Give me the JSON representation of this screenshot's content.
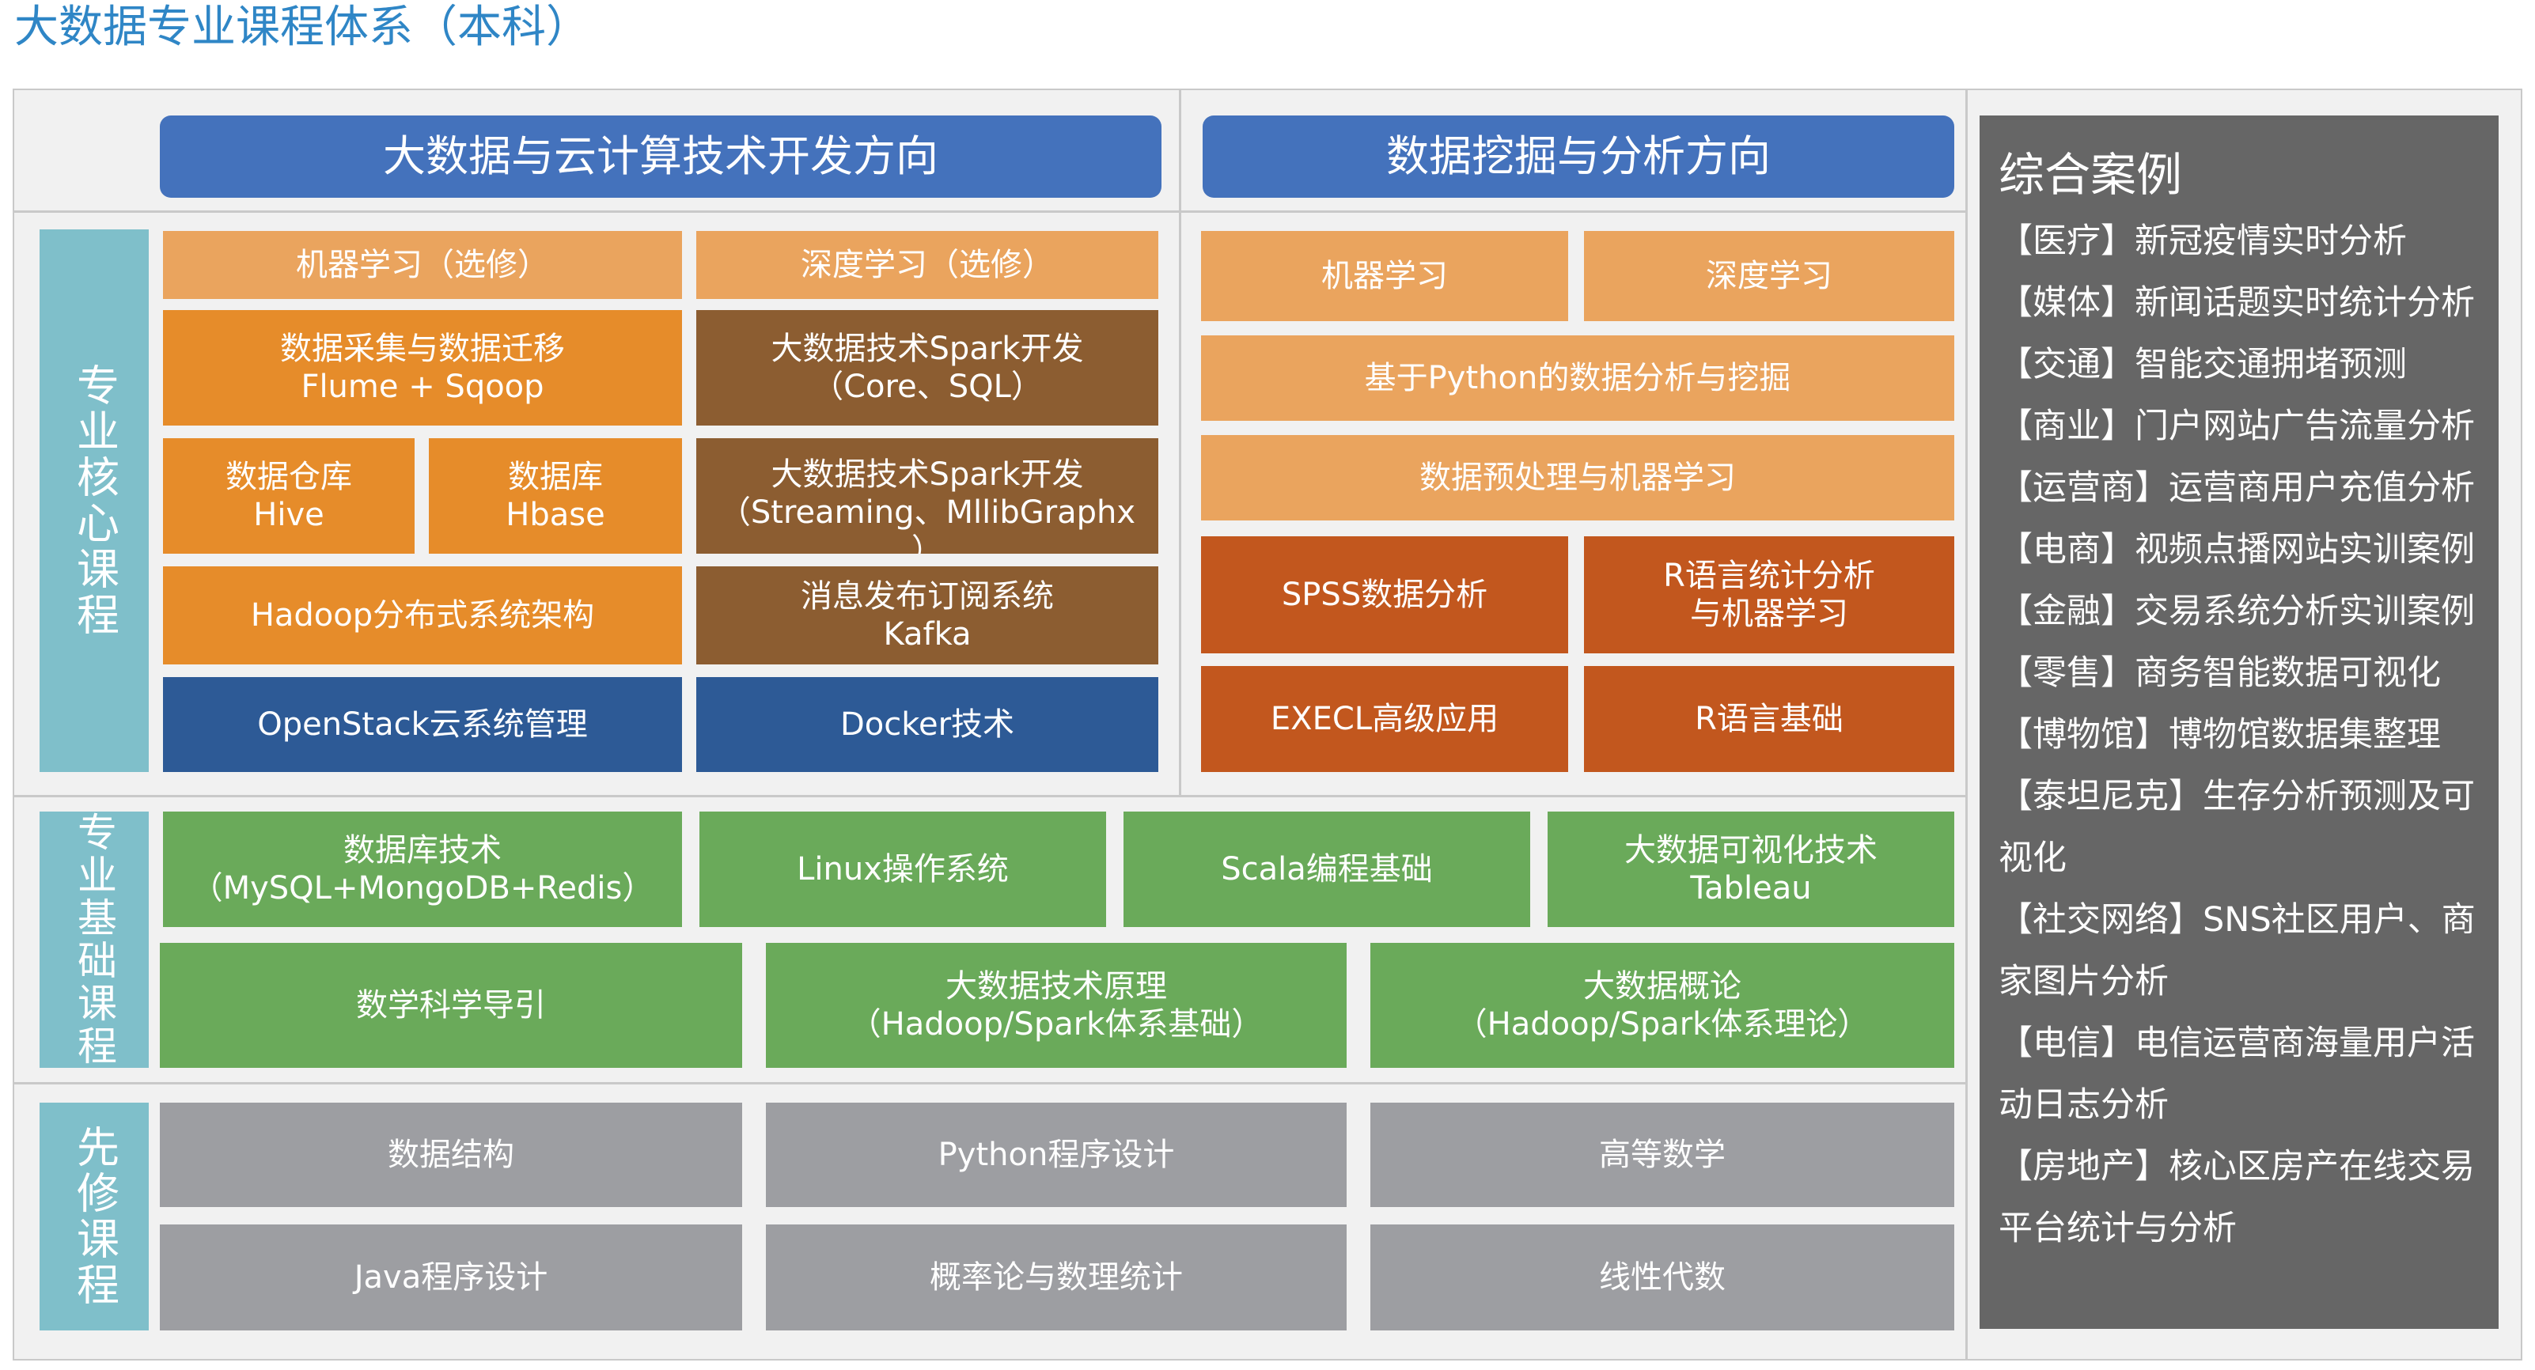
{
  "title": "大数据专业课程体系（本科）",
  "directions": {
    "cloud": "大数据与云计算技术开发方向",
    "mining": "数据挖掘与分析方向"
  },
  "categories": {
    "core": "专业核心课程",
    "basic": "专业基础课程",
    "prereq": "先修课程"
  },
  "core_cloud": {
    "ml_elective": "机器学习（选修）",
    "dl_elective": "深度学习（选修）",
    "ingest": [
      "数据采集与数据迁移",
      "Flume + Sqoop"
    ],
    "spark_core": [
      "大数据技术Spark开发",
      "（Core、SQL）"
    ],
    "warehouse": [
      "数据仓库",
      "Hive"
    ],
    "database": [
      "数据库",
      "Hbase"
    ],
    "spark_streaming": [
      "大数据技术Spark开发",
      "（Streaming、MllibGraphx",
      "）"
    ],
    "hadoop": "Hadoop分布式系统架构",
    "kafka": [
      "消息发布订阅系统",
      "Kafka"
    ],
    "openstack": "OpenStack云系统管理",
    "docker": "Docker技术"
  },
  "core_mining": {
    "ml": "机器学习",
    "dl": "深度学习",
    "python": "基于Python的数据分析与挖掘",
    "preprocess": "数据预处理与机器学习",
    "spss": "SPSS数据分析",
    "r_stats": [
      "R语言统计分析",
      "与机器学习"
    ],
    "excel": "EXECL高级应用",
    "r_basic": "R语言基础"
  },
  "basic": {
    "row1": [
      [
        "数据库技术",
        "（MySQL+MongoDB+Redis）"
      ],
      [
        "Linux操作系统"
      ],
      [
        "Scala编程基础"
      ],
      [
        "大数据可视化技术",
        "Tableau"
      ]
    ],
    "row2": [
      [
        "数学科学导引"
      ],
      [
        "大数据技术原理",
        "（Hadoop/Spark体系基础）"
      ],
      [
        "大数据概论",
        "（Hadoop/Spark体系理论）"
      ]
    ]
  },
  "prereq": {
    "row1": [
      "数据结构",
      "Python程序设计",
      "高等数学"
    ],
    "row2": [
      "Java程序设计",
      "概率论与数理统计",
      "线性代数"
    ]
  },
  "cases": {
    "title": "综合案例",
    "items": [
      "【医疗】新冠疫情实时分析",
      "【媒体】新闻话题实时统计分析",
      "【交通】智能交通拥堵预测",
      "【商业】门户网站广告流量分析",
      "【运营商】运营商用户充值分析",
      "【电商】视频点播网站实训案例",
      "【金融】交易系统分析实训案例",
      "【零售】商务智能数据可视化",
      "【博物馆】博物馆数据集整理",
      "【泰坦尼克】生存分析预测及可视化",
      "【社交网络】SNS社区用户、商家图片分析",
      "【电信】电信运营商海量用户活动日志分析",
      "【房地产】核心区房产在线交易平台统计与分析"
    ]
  }
}
